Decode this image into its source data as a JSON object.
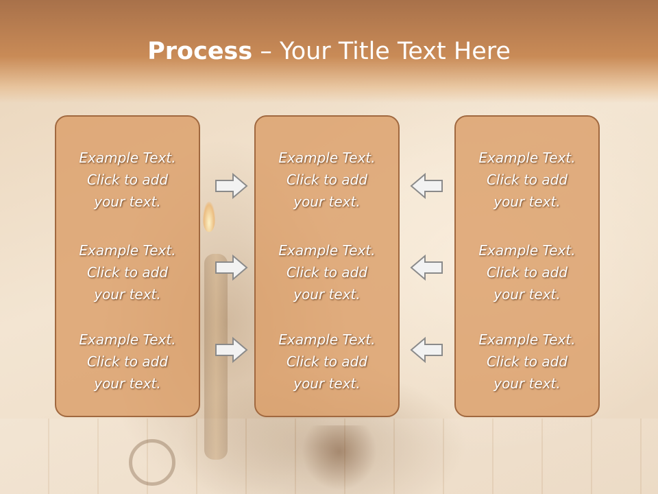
{
  "slide": {
    "title_bold": "Process",
    "title_dash": " – ",
    "title_rest": "Your Title Text Here"
  },
  "boxes": [
    {
      "items": [
        {
          "line1": "Example Text.",
          "line2": "Click  to add",
          "line3": "your text."
        },
        {
          "line1": "Example Text.",
          "line2": "Click  to add",
          "line3": "your text."
        },
        {
          "line1": "Example Text.",
          "line2": "Click  to add",
          "line3": "your text."
        }
      ]
    },
    {
      "items": [
        {
          "line1": "Example Text.",
          "line2": "Click  to add",
          "line3": "your text."
        },
        {
          "line1": "Example Text.",
          "line2": "Click  to add",
          "line3": "your text."
        },
        {
          "line1": "Example Text.",
          "line2": "Click  to add",
          "line3": "your text."
        }
      ]
    },
    {
      "items": [
        {
          "line1": "Example Text.",
          "line2": "Click  to add",
          "line3": "your text."
        },
        {
          "line1": "Example Text.",
          "line2": "Click  to add",
          "line3": "your text."
        },
        {
          "line1": "Example Text.",
          "line2": "Click  to add",
          "line3": "your text."
        }
      ]
    }
  ],
  "arrows": {
    "left_group": "arrow-right-icon",
    "right_group": "arrow-left-icon"
  },
  "colors": {
    "header": "#c98b57",
    "box_fill": "#db9d68",
    "box_border": "#a0683f",
    "arrow_fill": "#f2f2f2",
    "arrow_stroke": "#8a8a8a"
  }
}
